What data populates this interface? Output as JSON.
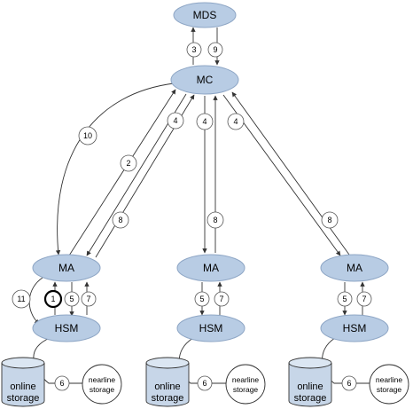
{
  "nodes": {
    "mds": "MDS",
    "mc": "MC",
    "ma": "MA",
    "hsm": "HSM",
    "online_storage": [
      "online",
      "storage"
    ],
    "nearline_storage": [
      "nearline",
      "storage"
    ]
  },
  "steps": {
    "s1": "1",
    "s2": "2",
    "s3": "3",
    "s4": "4",
    "s5": "5",
    "s6": "6",
    "s7": "7",
    "s8": "8",
    "s9": "9",
    "s10": "10",
    "s11": "11"
  }
}
